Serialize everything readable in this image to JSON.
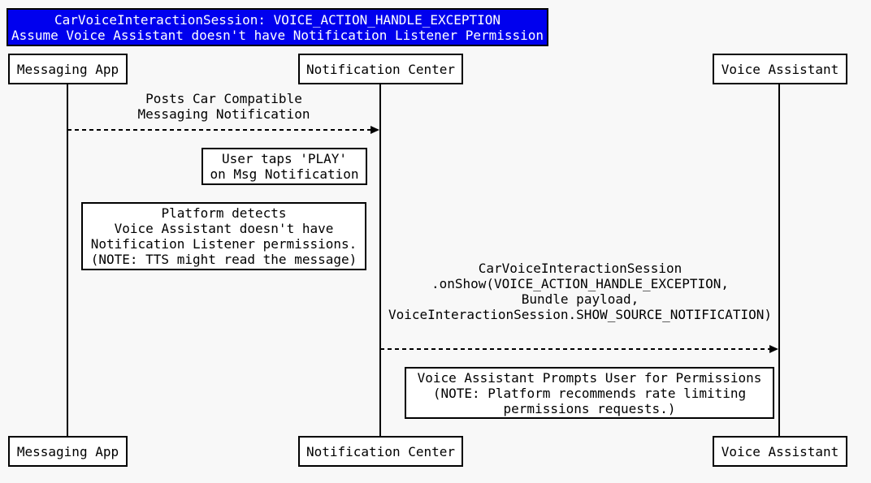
{
  "colors": {
    "background": "#f8f8f8",
    "title_bg": "#0000ee",
    "title_text": "#ffffff",
    "box_bg": "#ffffff",
    "line": "#000000"
  },
  "title": {
    "lines": [
      "CarVoiceInteractionSession: VOICE_ACTION_HANDLE_EXCEPTION",
      "Assume Voice Assistant doesn't have Notification Listener Permission"
    ]
  },
  "participants": [
    {
      "label": "Messaging App"
    },
    {
      "label": "Notification Center"
    },
    {
      "label": "Voice Assistant"
    }
  ],
  "messages": [
    {
      "from": "Messaging App",
      "to": "Notification Center",
      "style": "dashed-arrow",
      "lines": [
        "Posts Car Compatible",
        "Messaging Notification"
      ]
    },
    {
      "from": "Notification Center",
      "to": "Voice Assistant",
      "style": "dashed-arrow",
      "lines": [
        "CarVoiceInteractionSession",
        ".onShow(VOICE_ACTION_HANDLE_EXCEPTION,",
        "Bundle payload,",
        "VoiceInteractionSession.SHOW_SOURCE_NOTIFICATION)"
      ]
    }
  ],
  "notes": [
    {
      "lines": [
        "User taps 'PLAY'",
        "on Msg Notification"
      ]
    },
    {
      "lines": [
        "Platform detects",
        "Voice Assistant doesn't have",
        "Notification Listener permissions.",
        "(NOTE: TTS might read the message)"
      ]
    },
    {
      "lines": [
        "Voice Assistant Prompts User for Permissions",
        "(NOTE: Platform recommends rate limiting",
        "permissions requests.)"
      ]
    }
  ]
}
